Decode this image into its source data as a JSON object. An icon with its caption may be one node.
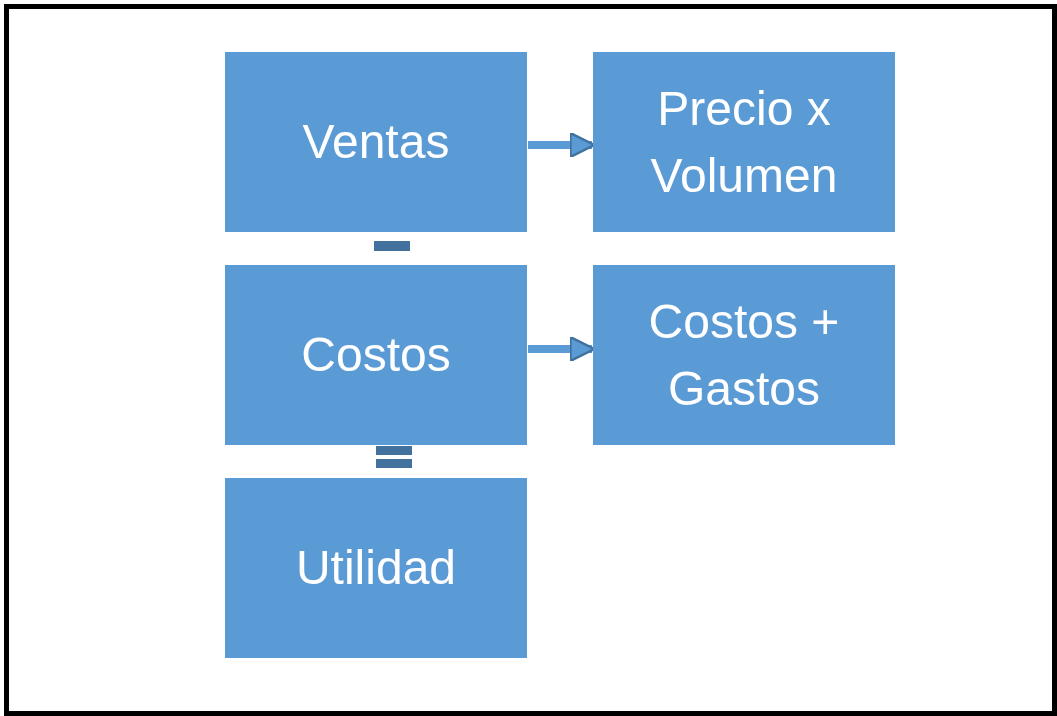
{
  "diagram": {
    "nodes": [
      {
        "text": [
          "Ventas"
        ]
      },
      {
        "text": [
          "Precio x Volumen"
        ]
      },
      {
        "text": [
          "Costos"
        ]
      },
      {
        "text": [
          "Costos + Gastos"
        ]
      },
      {
        "text": [
          "Utilidad"
        ]
      },
      {
        "text": [],
        "shape": "minus"
      },
      {
        "text": [],
        "shape": "equals"
      }
    ],
    "edges": [
      {
        "from": 0,
        "to": 1,
        "arrow": "to"
      },
      {
        "from": 2,
        "to": 3,
        "arrow": "to"
      }
    ]
  }
}
